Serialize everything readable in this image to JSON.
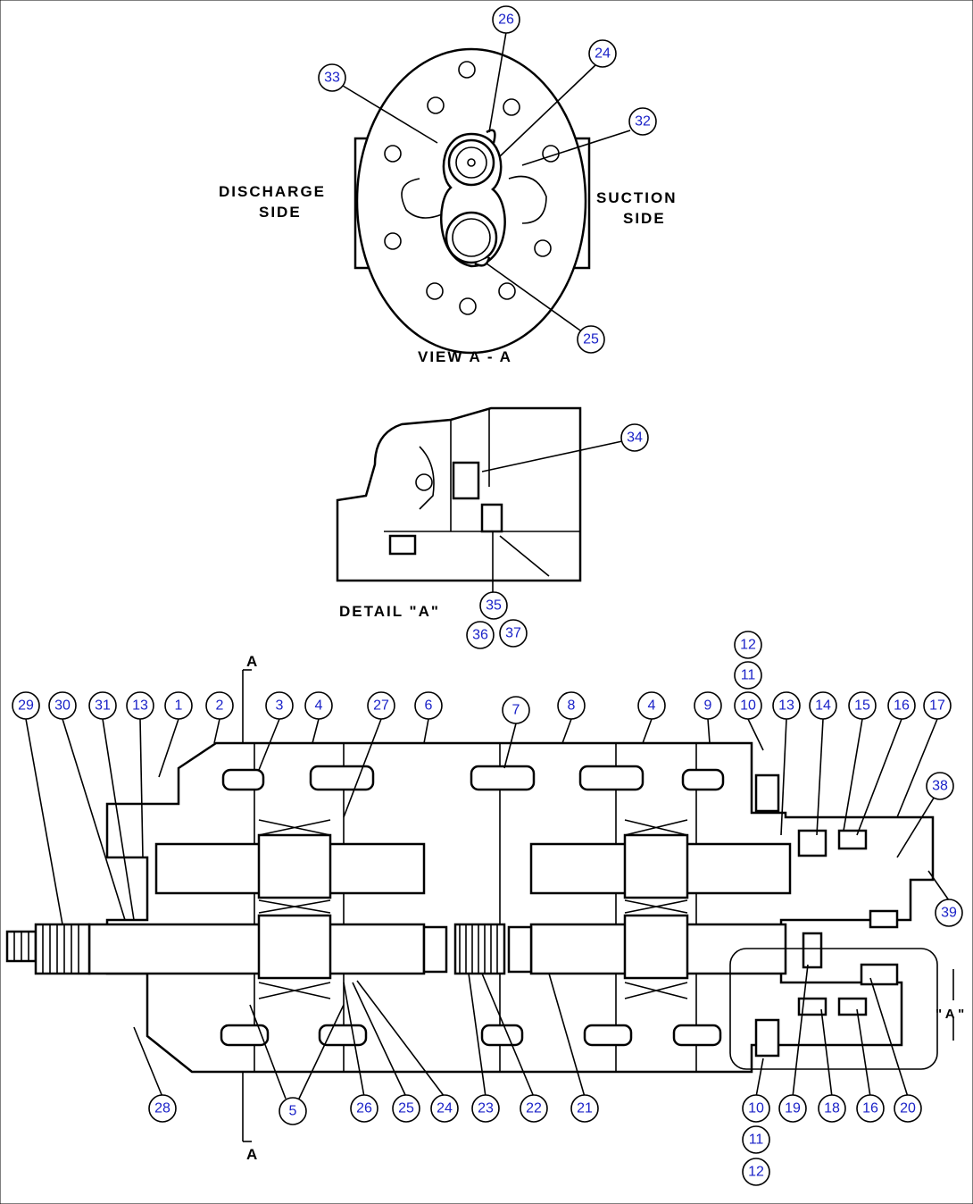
{
  "labels": {
    "discharge_line1": "DISCHARGE",
    "discharge_line2": "SIDE",
    "suction_line1": "SUCTION",
    "suction_line2": "SIDE",
    "view_aa": "VIEW A - A",
    "detail_a": "DETAIL \"A\"",
    "section_a_top": "A",
    "section_a_bottom": "A",
    "detail_callout": "\" A \""
  },
  "callouts": [
    "26",
    "24",
    "33",
    "32",
    "25",
    "34",
    "35",
    "36",
    "37",
    "12",
    "11",
    "29",
    "30",
    "31",
    "13",
    "1",
    "2",
    "3",
    "4",
    "27",
    "6",
    "7",
    "8",
    "4",
    "9",
    "10",
    "13",
    "14",
    "15",
    "16",
    "17",
    "38",
    "39",
    "28",
    "5",
    "26",
    "25",
    "24",
    "23",
    "22",
    "21",
    "10",
    "19",
    "18",
    "16",
    "20",
    "11",
    "12"
  ]
}
